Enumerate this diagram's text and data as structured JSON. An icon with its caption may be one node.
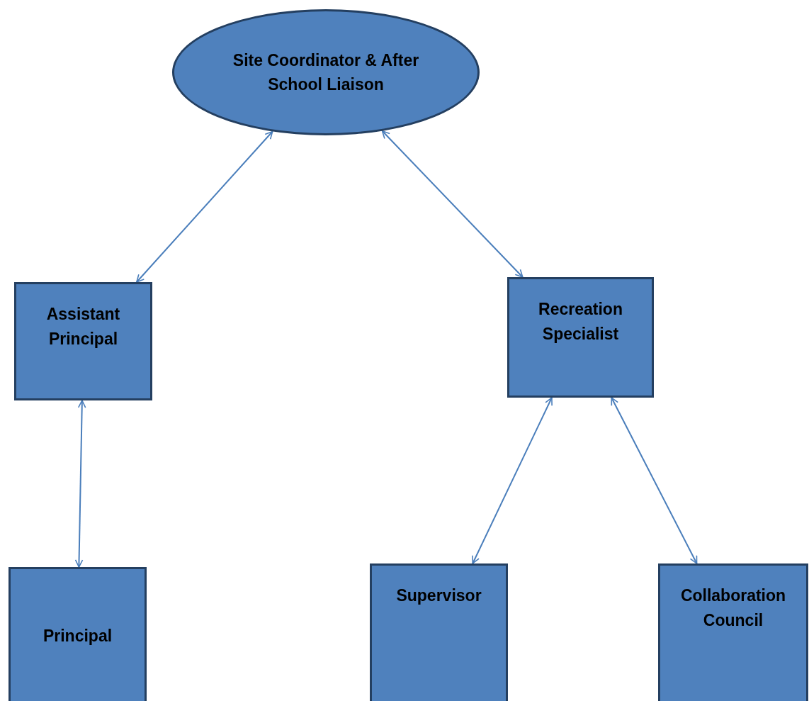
{
  "diagram": {
    "nodes": [
      {
        "text": [
          "Site Coordinator & After School Liaison"
        ]
      },
      {
        "text": [
          "Assistant Principal"
        ]
      },
      {
        "text": [
          "Recreation Specialist"
        ]
      },
      {
        "text": [
          "Principal"
        ]
      },
      {
        "text": [
          "Supervisor"
        ]
      },
      {
        "text": [
          "Collaboration Council"
        ]
      }
    ],
    "edges": [
      {
        "from": 0,
        "to": 1,
        "arrow": "both"
      },
      {
        "from": 0,
        "to": 2,
        "arrow": "both"
      },
      {
        "from": 1,
        "to": 3,
        "arrow": "both"
      },
      {
        "from": 2,
        "to": 4,
        "arrow": "both"
      },
      {
        "from": 2,
        "to": 5,
        "arrow": "both"
      }
    ]
  }
}
